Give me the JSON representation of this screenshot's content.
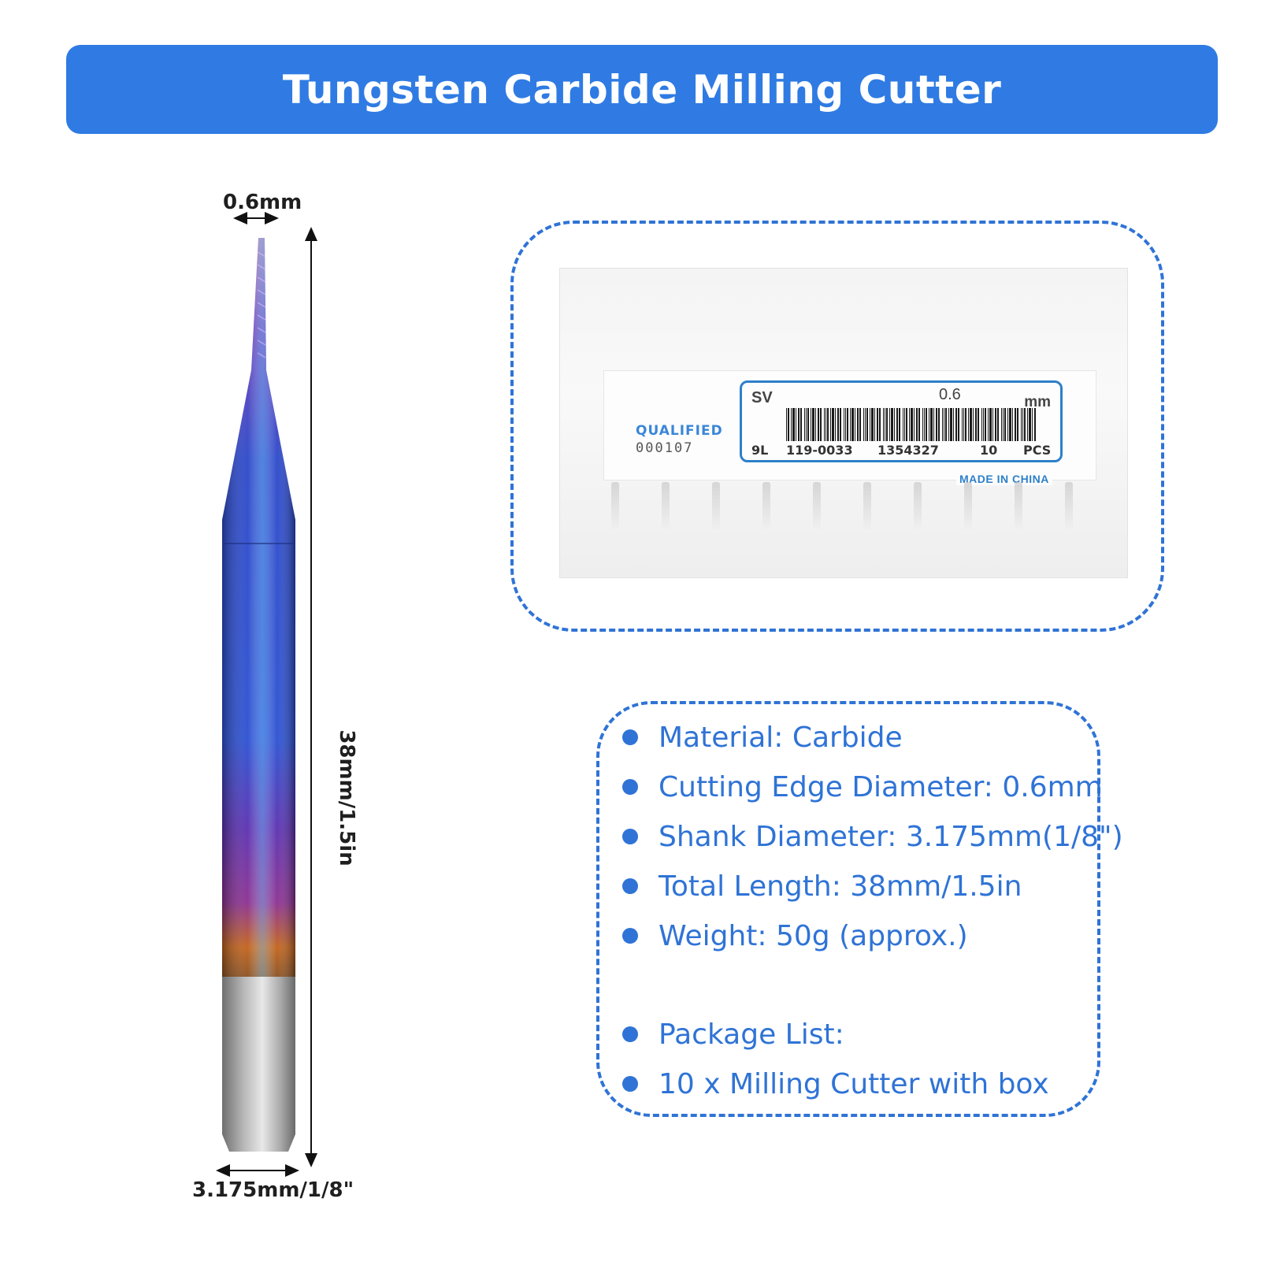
{
  "banner": {
    "title": "Tungsten Carbide Milling Cutter"
  },
  "dimensions": {
    "tip_diameter": "0.6mm",
    "total_length": "38mm/1.5in",
    "shank_diameter": "3.175mm/1/8\""
  },
  "package_label": {
    "qualified": "QUALIFIED",
    "qualified_number": "000107",
    "series": "SV",
    "size": "0.6",
    "unit": "mm",
    "code_prefix": "9L",
    "code_model": "119-0033",
    "code_batch": "1354327",
    "quantity": "10",
    "quantity_unit": "PCS",
    "origin": "MADE IN CHINA"
  },
  "specs": [
    "Material: Carbide",
    "Cutting Edge Diameter: 0.6mm",
    "Shank Diameter: 3.175mm(1/8\")",
    "Total Length: 38mm/1.5in",
    "Weight: 50g (approx.)",
    "Package List:",
    "10 x Milling Cutter with box"
  ],
  "colors": {
    "accent": "#2f7be3",
    "text_blue": "#2f73d6"
  }
}
